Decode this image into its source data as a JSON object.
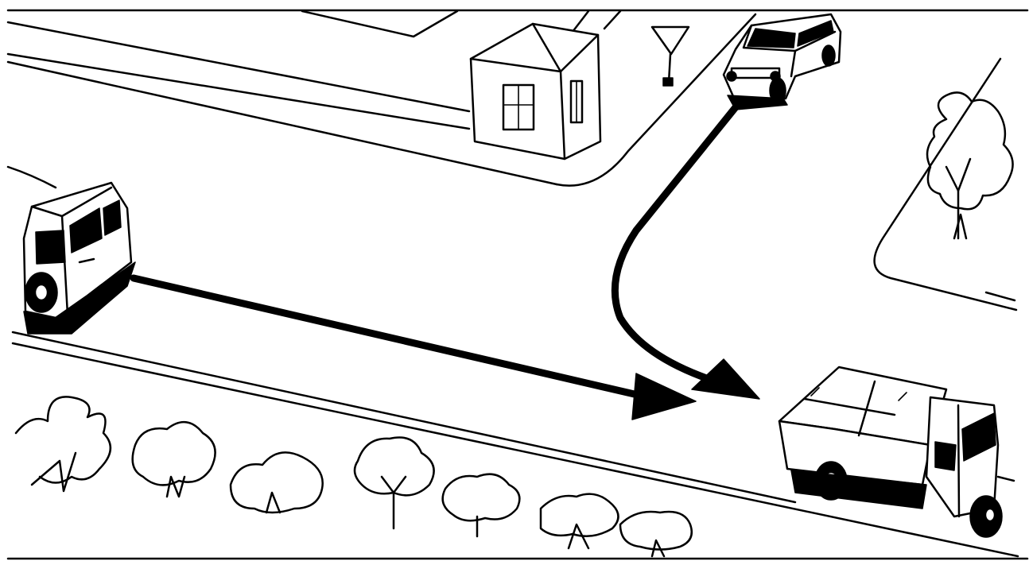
{
  "scene": {
    "description_elements": [
      "road-intersection",
      "house",
      "yield-sign",
      "car",
      "van",
      "truck",
      "trees",
      "bushes",
      "movement-arrows"
    ],
    "colors": {
      "ink": "#000000",
      "paper": "#ffffff"
    }
  }
}
